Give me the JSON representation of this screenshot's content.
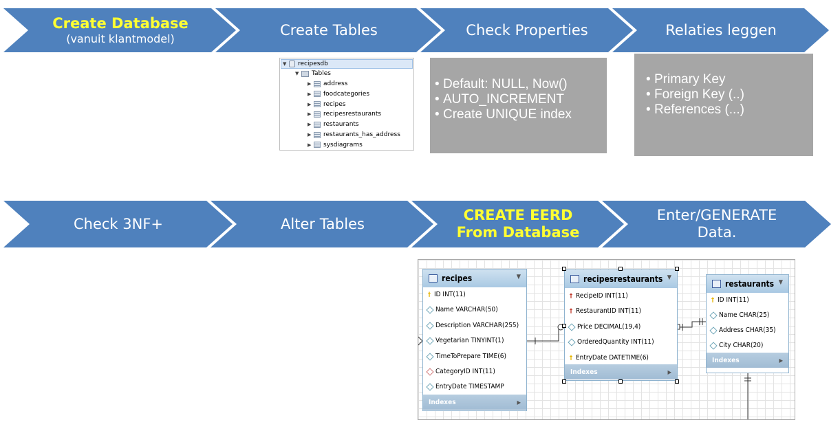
{
  "colors": {
    "arrow": "#4f81bd",
    "highlight": "#ffff33",
    "grey_box": "#a6a6a6"
  },
  "row1": [
    {
      "main": "Create Database",
      "sub": "(vanuit klantmodel)",
      "highlight": true
    },
    {
      "main": "Create Tables",
      "sub": "",
      "highlight": false
    },
    {
      "main": "Check Properties",
      "sub": "",
      "highlight": false
    },
    {
      "main": "Relaties leggen",
      "sub": "",
      "highlight": false
    }
  ],
  "row2": [
    {
      "main": "Check 3NF+",
      "sub": "",
      "highlight": false
    },
    {
      "main": "Alter Tables",
      "sub": "",
      "highlight": false
    },
    {
      "main": "CREATE EERD",
      "sub": "From Database",
      "highlight": true
    },
    {
      "main": "Enter/GENERATE",
      "sub": "Data.",
      "highlight": false
    }
  ],
  "properties_box": {
    "items": [
      "Default: NULL, Now()",
      "AUTO_INCREMENT",
      "Create UNIQUE index"
    ]
  },
  "relations_box": {
    "items": [
      "Primary Key",
      "Foreign Key (..)",
      "References (...)"
    ]
  },
  "schema_tree": {
    "database": "recipesdb",
    "folder": "Tables",
    "tables": [
      "address",
      "foodcategories",
      "recipes",
      "recipesrestaurants",
      "restaurants",
      "restaurants_has_address",
      "sysdiagrams"
    ]
  },
  "eerd": {
    "indexes_label": "Indexes",
    "recipes": {
      "name": "recipes",
      "columns": [
        {
          "text": "ID INT(11)",
          "key": "pk"
        },
        {
          "text": "Name VARCHAR(50)",
          "key": "col"
        },
        {
          "text": "Description VARCHAR(255)",
          "key": "col"
        },
        {
          "text": "Vegetarian TINYINT(1)",
          "key": "col"
        },
        {
          "text": "TimeToPrepare TIME(6)",
          "key": "col"
        },
        {
          "text": "CategoryID INT(11)",
          "key": "fk-col"
        },
        {
          "text": "EntryDate TIMESTAMP",
          "key": "col"
        }
      ]
    },
    "recipesrestaurants": {
      "name": "recipesrestaurants",
      "columns": [
        {
          "text": "RecipeID INT(11)",
          "key": "fk"
        },
        {
          "text": "RestaurantID INT(11)",
          "key": "fk"
        },
        {
          "text": "Price DECIMAL(19,4)",
          "key": "col"
        },
        {
          "text": "OrderedQuantity INT(11)",
          "key": "col"
        },
        {
          "text": "EntryDate DATETIME(6)",
          "key": "pk"
        }
      ]
    },
    "restaurants": {
      "name": "restaurants",
      "columns": [
        {
          "text": "ID INT(11)",
          "key": "pk"
        },
        {
          "text": "Name CHAR(25)",
          "key": "col"
        },
        {
          "text": "Address CHAR(35)",
          "key": "col"
        },
        {
          "text": "City CHAR(20)",
          "key": "col"
        }
      ]
    }
  }
}
